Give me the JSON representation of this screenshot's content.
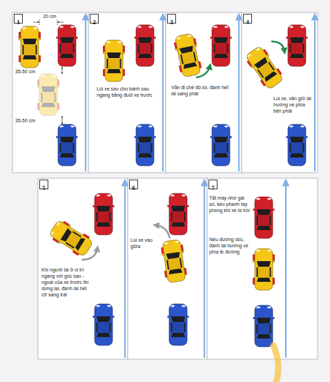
{
  "diagram": {
    "nodes": [
      {
        "text": [
          "1"
        ]
      },
      {
        "text": [
          "2"
        ]
      },
      {
        "text": [
          "3"
        ]
      },
      {
        "text": [
          "4"
        ]
      },
      {
        "text": [
          "5"
        ]
      },
      {
        "text": [
          "6"
        ]
      },
      {
        "text": [
          "7"
        ]
      }
    ],
    "labels": [
      "20 cm",
      "35-50 cm",
      "35-50 cm",
      "Lùi xe sao cho bánh sau ngang bằng đuôi xe trước",
      "Vẫn đi chế độ lùi, đánh hết lái sang phải",
      "Lùi xe, vẫn giữ lái hướng về phía bên phải",
      "Khi người lái ở vị trí ngang với góc sau - ngoài của xe trước thì dừng lại, đánh lái hết cỡ sang trái",
      "Lùi xe vào giữa",
      "Tắt máy nhớ gài số, kéo phanh tay phòng khi xe bị trôi",
      "Nếu đường dốc, đánh lái hướng về phía lề đường"
    ]
  }
}
